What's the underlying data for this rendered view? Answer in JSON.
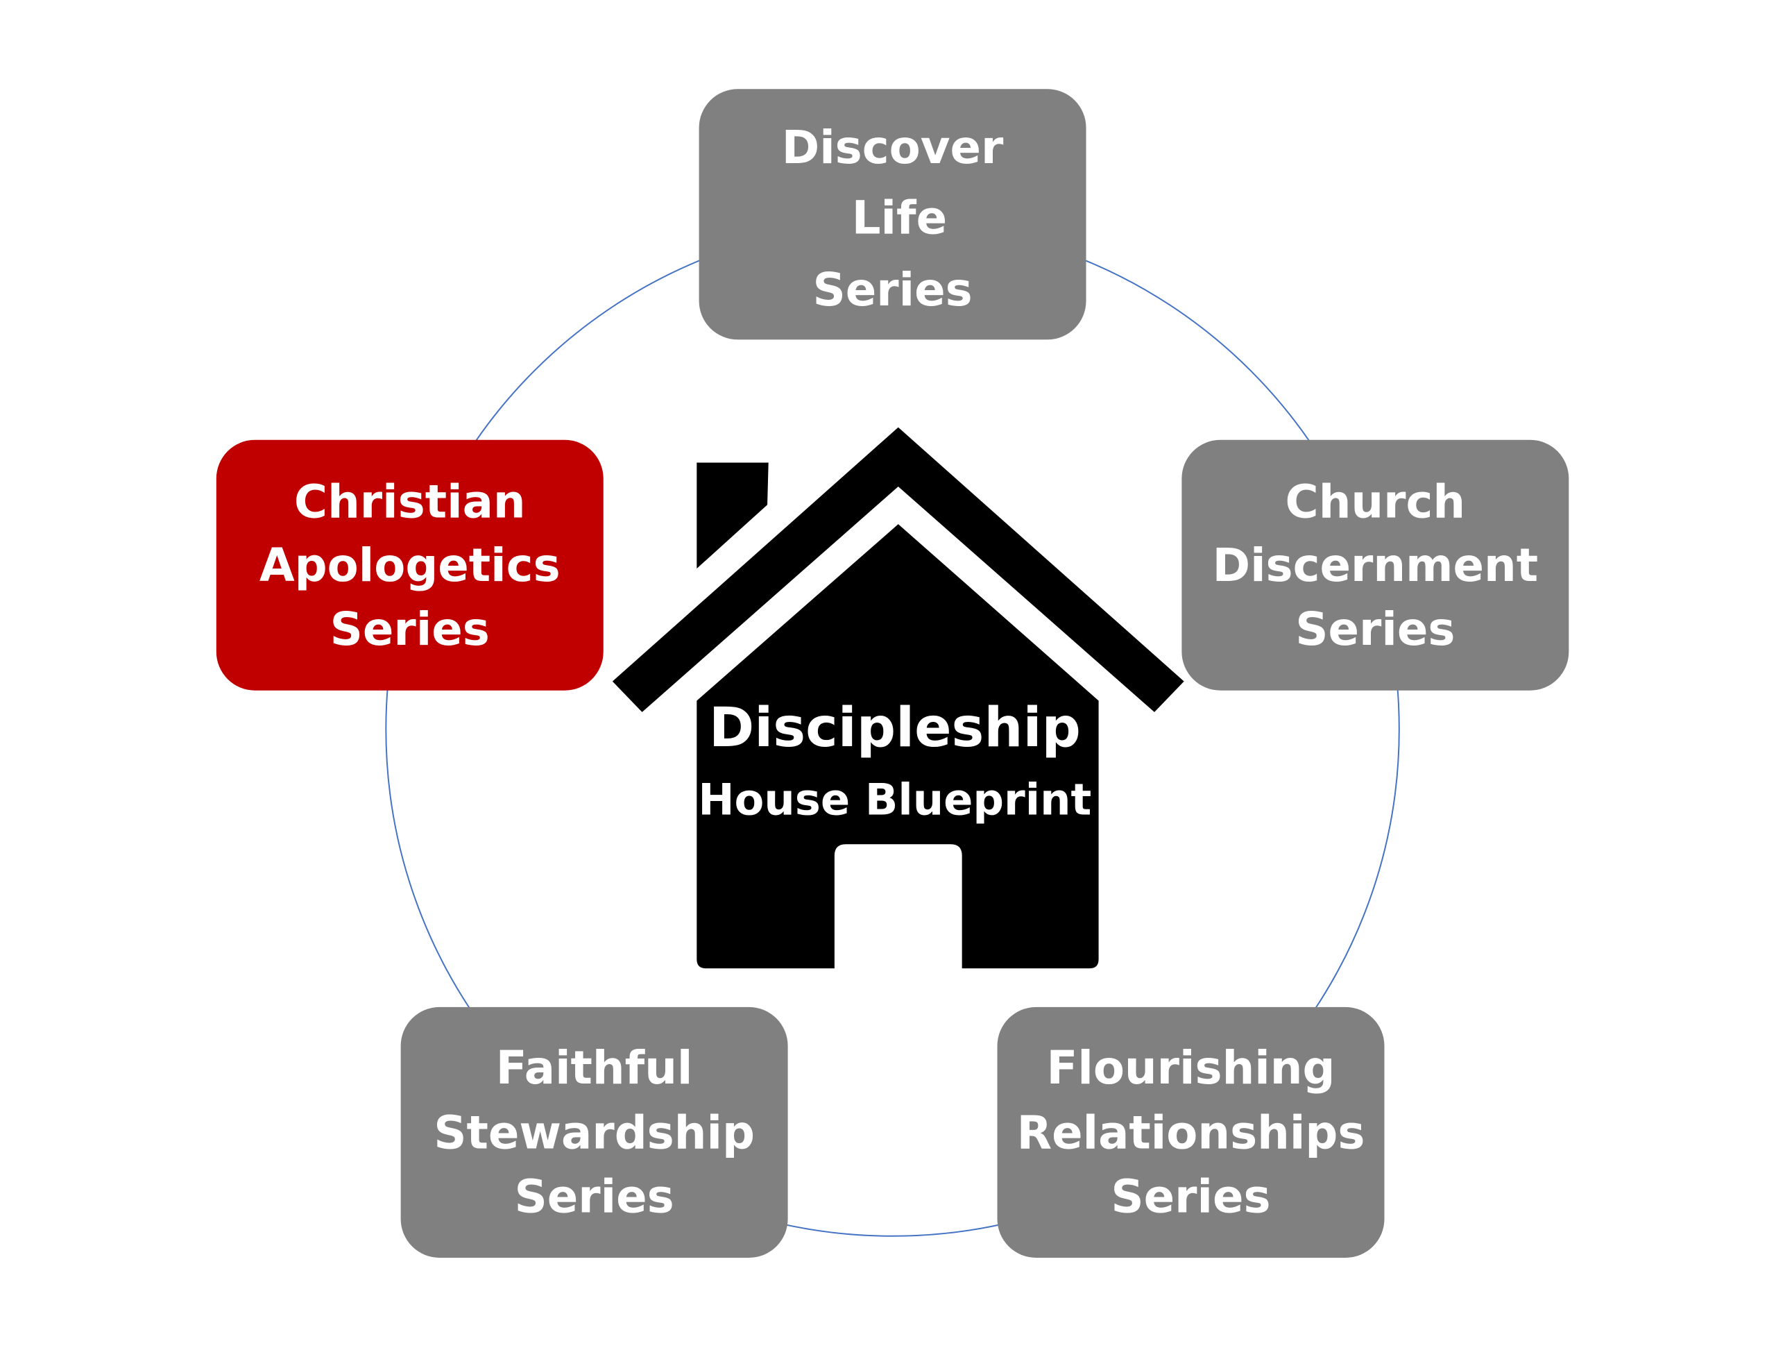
{
  "colors": {
    "box_gray": "#808080",
    "box_highlight": "#C00000",
    "circle": "#4472C4",
    "house": "#000000",
    "text": "#FFFFFF"
  },
  "center": {
    "title": "Discipleship",
    "subtitle": "House Blueprint"
  },
  "nodes": [
    {
      "lines": [
        "Discover",
        "Life",
        "Series"
      ],
      "highlighted": false
    },
    {
      "lines": [
        "Church",
        "Discernment",
        "Series"
      ],
      "highlighted": false
    },
    {
      "lines": [
        "Flourishing",
        "Relationships",
        "Series"
      ],
      "highlighted": false
    },
    {
      "lines": [
        "Faithful",
        "Stewardship",
        "Series"
      ],
      "highlighted": false
    },
    {
      "lines": [
        "Christian",
        "Apologetics",
        "Series"
      ],
      "highlighted": true
    }
  ]
}
